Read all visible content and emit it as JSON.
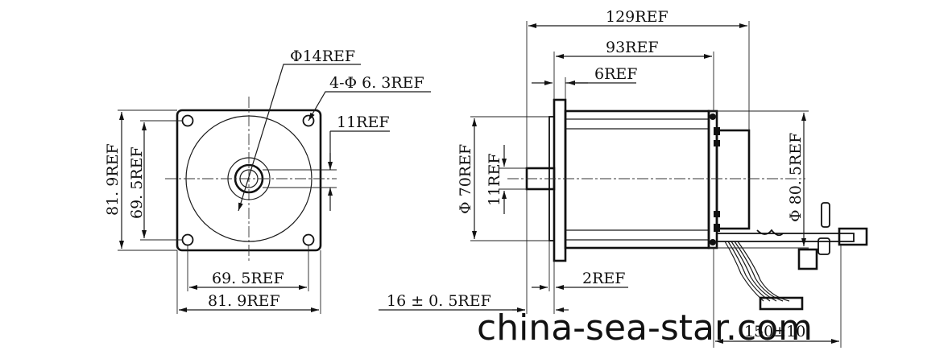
{
  "front_view": {
    "shaft_diameter": "Φ14REF",
    "holes": "4-Φ 6. 3REF",
    "flat_width": "11REF",
    "flange_height": "81. 9REF",
    "hole_pitch_vertical": "69. 5REF",
    "hole_pitch_horizontal": "69. 5REF",
    "flange_width": "81. 9REF"
  },
  "side_view": {
    "overall_length": "129REF",
    "body_length": "93REF",
    "flange_thickness": "6REF",
    "pilot_diameter": "Φ 70REF",
    "shaft_flat": "11REF",
    "pilot_height": "2REF",
    "shaft_length": "16 ± 0. 5REF",
    "body_diameter": "Φ 80. 5REF",
    "lead_length": "150±10"
  },
  "watermark": "china-sea-star.com"
}
